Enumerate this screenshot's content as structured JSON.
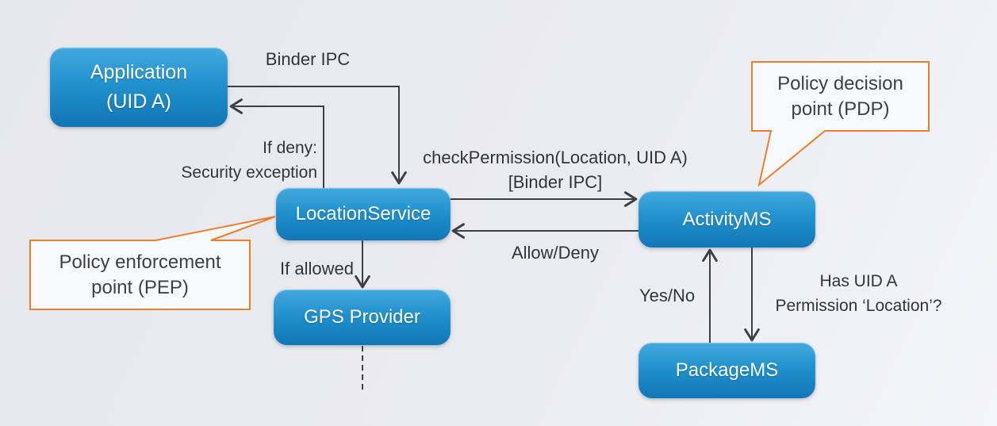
{
  "nodes": {
    "application": {
      "line1": "Application",
      "line2": "(UID A)"
    },
    "location_service": {
      "label": "LocationService"
    },
    "gps_provider": {
      "label": "GPS Provider"
    },
    "activity_ms": {
      "label": "ActivityMS"
    },
    "package_ms": {
      "label": "PackageMS"
    }
  },
  "callouts": {
    "pdp": {
      "line1": "Policy decision",
      "line2": "point (PDP)"
    },
    "pep": {
      "line1": "Policy enforcement",
      "line2": "point (PEP)"
    }
  },
  "edges": {
    "binder_ipc": "Binder IPC",
    "if_deny_line1": "If deny:",
    "if_deny_line2": "Security exception",
    "check_permission": "checkPermission(Location, UID A)",
    "binder_ipc_bracket": "[Binder IPC]",
    "allow_deny": "Allow/Deny",
    "if_allowed": "If allowed",
    "yes_no": "Yes/No",
    "has_uid_line1": "Has UID A",
    "has_uid_line2": "Permission ‘Location’?"
  },
  "colors": {
    "accent_orange": "#ED7D31",
    "node_blue_top": "#43A9DE",
    "node_blue_bottom": "#1276B5",
    "connector": "#3C4046",
    "text_dark": "#31343B"
  }
}
